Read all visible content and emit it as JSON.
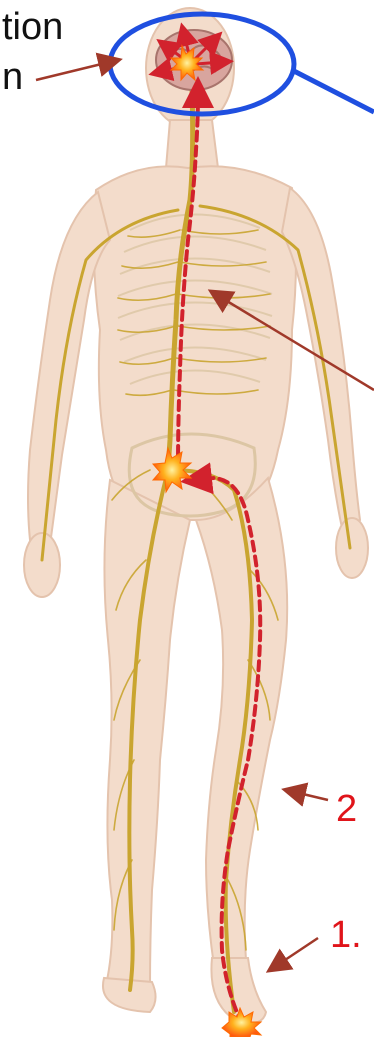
{
  "labels": {
    "top_line1": "tion",
    "top_line2": "n",
    "step2": "2",
    "step1": "1."
  },
  "colors": {
    "circle": "#1f4fe0",
    "signal_path": "#d2222d",
    "pointer_arrow": "#a0392a",
    "nerves": "#c9a530",
    "skin": "#f3dccb",
    "burst": "#ff8a1a"
  },
  "icons": [
    "brain-icon",
    "pain-burst-icon"
  ]
}
